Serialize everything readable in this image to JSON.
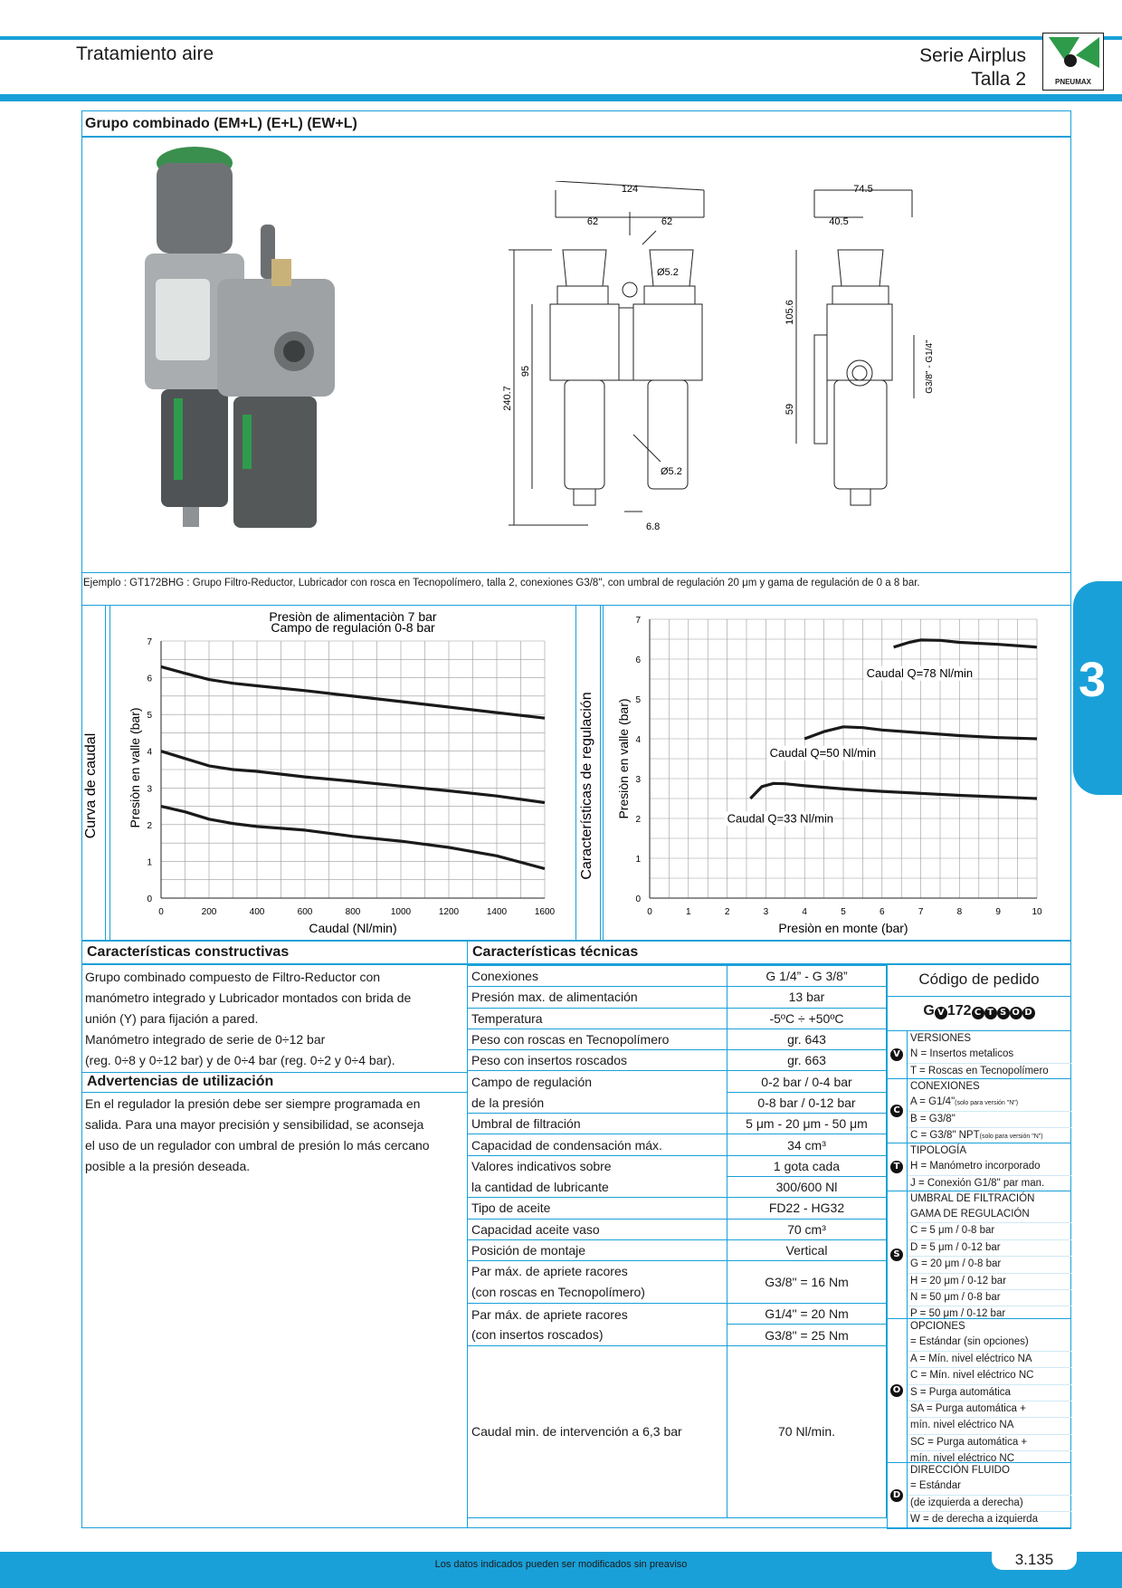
{
  "header": {
    "left": "Tratamiento aire",
    "right_line1": "Serie Airplus",
    "right_line2": "Talla 2",
    "logo_text": "PNEUMAX"
  },
  "section_tab": "3",
  "group_title": "Grupo combinado (EM+L) (E+L) (EW+L)",
  "drawing_dims": {
    "d124": "124",
    "d62a": "62",
    "d62b": "62",
    "d745": "74.5",
    "d405": "40.5",
    "d52a": "Ø5.2",
    "d52b": "Ø5.2",
    "d2407": "240.7",
    "d95": "95",
    "d1056": "105.6",
    "d59": "59",
    "d68": "6.8",
    "g": "G3/8\" - G1/4\""
  },
  "example": "Ejemplo : GT172BHG : Grupo Filtro-Reductor, Lubricador con rosca en Tecnopolímero, talla 2, conexiones G3/8\", con umbral de regulación 20 μm y gama de regulación de 0 a 8 bar.",
  "chart_data": [
    {
      "type": "line",
      "side_label": "Curva de caudal",
      "title": "Presiòn de alimentaciòn 7 bar",
      "subtitle": "Campo de regulación 0-8 bar",
      "xlabel": "Caudal (Nl/min)",
      "ylabel": "Presiòn en valle (bar)",
      "xlim": [
        0,
        1600
      ],
      "ylim": [
        0,
        7
      ],
      "xticks": [
        "0",
        "200",
        "400",
        "600",
        "800",
        "1000",
        "1200",
        "1400",
        "1600"
      ],
      "yticks": [
        "0",
        "1",
        "2",
        "3",
        "4",
        "5",
        "6",
        "7"
      ],
      "series": [
        {
          "x": [
            0,
            100,
            200,
            300,
            400,
            600,
            800,
            1000,
            1200,
            1400,
            1600
          ],
          "values": [
            6.3,
            6.12,
            5.95,
            5.85,
            5.78,
            5.65,
            5.5,
            5.35,
            5.2,
            5.05,
            4.9
          ]
        },
        {
          "x": [
            0,
            100,
            200,
            300,
            400,
            600,
            800,
            1000,
            1200,
            1400,
            1600
          ],
          "values": [
            4.0,
            3.8,
            3.6,
            3.5,
            3.45,
            3.3,
            3.18,
            3.05,
            2.92,
            2.78,
            2.6
          ]
        },
        {
          "x": [
            0,
            100,
            200,
            300,
            400,
            600,
            800,
            1000,
            1200,
            1400,
            1600
          ],
          "values": [
            2.5,
            2.35,
            2.15,
            2.03,
            1.95,
            1.85,
            1.68,
            1.55,
            1.38,
            1.15,
            0.8
          ]
        }
      ]
    },
    {
      "type": "line",
      "side_label": "Características de regulación",
      "xlabel": "Presiòn en monte (bar)",
      "ylabel": "Presiòn en valle (bar)",
      "xlim": [
        0,
        10
      ],
      "ylim": [
        0,
        7
      ],
      "xticks": [
        "0",
        "1",
        "2",
        "3",
        "4",
        "5",
        "6",
        "7",
        "8",
        "9",
        "10"
      ],
      "yticks": [
        "0",
        "1",
        "2",
        "3",
        "4",
        "5",
        "6",
        "7"
      ],
      "series": [
        {
          "name": "Caudal Q=78 Nl/min",
          "x": [
            6.3,
            6.7,
            7.0,
            7.5,
            8,
            9,
            10
          ],
          "values": [
            6.3,
            6.42,
            6.48,
            6.47,
            6.42,
            6.37,
            6.3
          ]
        },
        {
          "name": "Caudal Q=50 Nl/min",
          "x": [
            4.0,
            4.5,
            5.0,
            5.5,
            6,
            7,
            8,
            9,
            10
          ],
          "values": [
            4.0,
            4.18,
            4.3,
            4.28,
            4.22,
            4.15,
            4.08,
            4.03,
            4.0
          ]
        },
        {
          "name": "Caudal Q=33 Nl/min",
          "x": [
            2.6,
            2.9,
            3.2,
            3.5,
            4,
            5,
            6,
            7,
            8,
            9,
            10
          ],
          "values": [
            2.5,
            2.8,
            2.88,
            2.87,
            2.82,
            2.74,
            2.68,
            2.63,
            2.58,
            2.54,
            2.5
          ]
        }
      ]
    }
  ],
  "constructive": {
    "title": "Características constructivas",
    "lines": [
      "Grupo combinado compuesto de Filtro-Reductor con",
      "manómetro integrado y Lubricador montados con brida de",
      "unión (Y) para fijación a pared.",
      "Manómetro integrado de serie de 0÷12 bar",
      "(reg. 0÷8 y 0÷12 bar) y de 0÷4 bar (reg. 0÷2 y 0÷4 bar)."
    ],
    "warn_title": "Advertencias de utilización",
    "warn_lines": [
      "En el regulador la presión debe ser siempre programada en",
      "salida. Para una mayor precisión y sensibilidad, se aconseja",
      "el uso de un regulador con umbral de presión lo más cercano",
      "posible a la presión deseada."
    ]
  },
  "technical": {
    "title": "Características técnicas",
    "rows": [
      [
        "Conexiones",
        "G 1/4” - G 3/8”"
      ],
      [
        "Presión max. de alimentación",
        "13 bar"
      ],
      [
        "Temperatura",
        "-5ºC ÷ +50ºC"
      ],
      [
        "Peso con roscas en Tecnopolímero",
        "gr. 643"
      ],
      [
        "Peso con insertos roscados",
        "gr. 663"
      ],
      [
        "Campo de regulación",
        "0-2 bar / 0-4 bar"
      ],
      [
        "de la presión",
        "0-8 bar / 0-12 bar"
      ],
      [
        "Umbral de filtración",
        "5 μm - 20 μm - 50 μm"
      ],
      [
        "Capacidad de condensación máx.",
        "34 cm³"
      ],
      [
        "Valores indicativos sobre",
        "1 gota cada"
      ],
      [
        "la cantidad de lubricante",
        "300/600 Nl"
      ],
      [
        "Tipo de aceite",
        "FD22 - HG32"
      ],
      [
        "Capacidad aceite vaso",
        "70 cm³"
      ],
      [
        "Posición de montaje",
        "Vertical"
      ],
      [
        "Par máx. de apriete racores",
        "G3/8\" = 16 Nm"
      ],
      [
        "(con roscas en Tecnopolímero)",
        ""
      ],
      [
        "Par máx. de apriete racores",
        "G1/4\" = 20 Nm"
      ],
      [
        "(con insertos roscados)",
        "G3/8\" = 25 Nm"
      ],
      [
        "Caudal min. de intervención a 6,3 bar",
        "70 Nl/min."
      ]
    ]
  },
  "order": {
    "title": "Código de pedido",
    "code_prefix": "G",
    "code_mid": "172",
    "bullets": {
      "V": "V",
      "C": "C",
      "T": "T",
      "S": "S",
      "O": "O",
      "D": "D"
    },
    "versions": [
      "VERSIONES",
      "N = Insertos metalicos",
      "T = Roscas en Tecnopolímero"
    ],
    "connections": [
      "CONEXIONES",
      "A = G1/4\"",
      "B = G3/8\"",
      "C = G3/8\" NPT"
    ],
    "conn_note": "(solo para versión \"N\")",
    "typology": [
      "TIPOLOGÍA",
      "H = Manómetro incorporado",
      "J = Conexión G1/8\" par man."
    ],
    "threshold": [
      "UMBRAL DE FILTRACIÓN",
      "GAMA DE REGULACIÓN",
      "C = 5 μm / 0-8 bar",
      "D = 5 μm / 0-12 bar",
      "G = 20 μm / 0-8 bar",
      "H = 20 μm / 0-12 bar",
      "N = 50 μm / 0-8 bar",
      "P = 50 μm / 0-12 bar"
    ],
    "options": [
      "OPCIONES",
      "=   Estándar (sin opciones)",
      "A =   Mín. nivel eléctrico NA",
      "C =   Mín. nivel eléctrico NC",
      "S =   Purga automática",
      "SA = Purga automática +",
      "mín. nivel eléctrico NA",
      "SC = Purga automática +",
      "mín. nivel eléctrico NC"
    ],
    "direction": [
      "DIRECCIÓN FLUIDO",
      "= Estándar",
      "(de izquierda a derecha)",
      "W = de derecha a izquierda"
    ]
  },
  "footer": {
    "note": "Los datos indicados pueden ser modificados sin preaviso",
    "page": "3.135"
  }
}
